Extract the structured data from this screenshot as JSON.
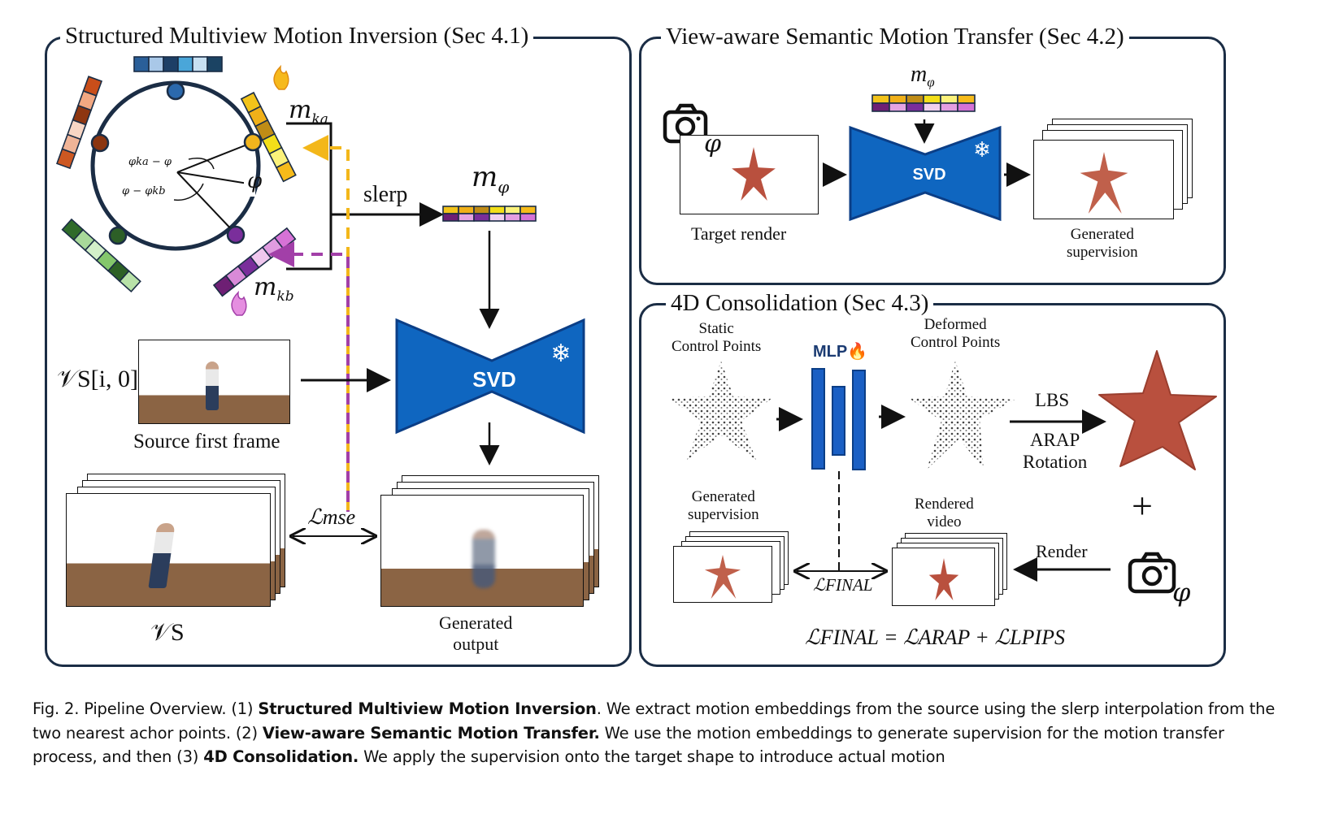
{
  "figure": {
    "panels": {
      "inversion": {
        "title": "Structured Multiview Motion Inversion (Sec 4.1)",
        "labels": {
          "m_ka": "m",
          "m_ka_sub": "ka",
          "m_kb": "m",
          "m_kb_sub": "kb",
          "angle_a": "φka − φ",
          "angle_b": "φ − φkb",
          "phi": "φ",
          "slerp": "slerp",
          "m_phi": "m",
          "m_phi_sub": "φ",
          "source_input": "𝒱S[i, 0]",
          "source_first_frame": "Source first frame",
          "svd": "SVD",
          "loss_mse": "ℒmse",
          "source_video": "𝒱S",
          "generated_output_line1": "Generated",
          "generated_output_line2": "output"
        },
        "anchor_colors": {
          "top": [
            "#2a5f99",
            "#a9c8e8",
            "#1d3f66",
            "#4aa6d9",
            "#c7e0f2",
            "#1b4363"
          ],
          "left": [
            "#c94e1a",
            "#f2a882",
            "#8e3610",
            "#f8d6c4",
            "#f0b497",
            "#cd5822"
          ],
          "right": [
            "#f2c31a",
            "#f0b019",
            "#bf8c16",
            "#f3df19",
            "#fbf27a",
            "#f6bb1a"
          ],
          "bottom_left": [
            "#2f6b2a",
            "#a8d99a",
            "#d3efc9",
            "#84c76c",
            "#2d6125",
            "#b8e2a8"
          ],
          "bottom_right": [
            "#6e1f74",
            "#d98ad8",
            "#7a2e9b",
            "#f0c7ee",
            "#e09ce0",
            "#d672d6"
          ]
        },
        "node_colors": [
          "#2b69ad",
          "#8b3510",
          "#f2b51d",
          "#7a2e9b",
          "#2d5f27"
        ],
        "m_phi_colors_top": [
          "#f2c31a",
          "#f0b019",
          "#bf8c16",
          "#f3df19",
          "#fbf27a",
          "#f6bb1a"
        ],
        "m_phi_colors_bottom": [
          "#6e1f74",
          "#e5a3e3",
          "#7a2e9b",
          "#f1d0ef",
          "#e49ee2",
          "#d672d6"
        ]
      },
      "transfer": {
        "title": "View-aware Semantic Motion Transfer (Sec 4.2)",
        "labels": {
          "m_phi": "m",
          "m_phi_sub": "φ",
          "camera_phi": "φ",
          "svd": "SVD",
          "target_render": "Target render",
          "generated_supervision_line1": "Generated",
          "generated_supervision_line2": "supervision"
        }
      },
      "consolidation": {
        "title": "4D Consolidation (Sec 4.3)",
        "labels": {
          "static_cp_line1": "Static",
          "static_cp_line2": "Control Points",
          "mlp": "MLP",
          "deformed_cp_line1": "Deformed",
          "deformed_cp_line2": "Control Points",
          "lbs": "LBS",
          "arap_line1": "ARAP",
          "arap_line2": "Rotation",
          "plus": "+",
          "gen_sup_line1": "Generated",
          "gen_sup_line2": "supervision",
          "rendered_line1": "Rendered",
          "rendered_line2": "video",
          "render": "Render",
          "camera_phi": "φ",
          "loss_final": "ℒFINAL",
          "formula": "ℒFINAL = ℒARAP + ℒLPIPS"
        }
      }
    },
    "colors": {
      "panel_border": "#1b2d45",
      "svd_blue": "#0f66c0",
      "svd_border": "#0b3e86",
      "mlp_blue": "#1a5fc4",
      "dash_yellow": "#f3b71a",
      "dash_purple": "#a23fa8",
      "floor": "#8b6444",
      "starfish": "#b9503e"
    },
    "caption": {
      "prefix": "Fig. 2.  Pipeline Overview. (1) ",
      "bold1": "Structured Multiview Motion Inversion",
      "text1": ". We extract motion embeddings from the source using the slerp interpolation from the two nearest achor points. (2) ",
      "bold2": "View-aware Semantic Motion Transfer.",
      "text2": " We use the motion embeddings to generate supervision for the motion transfer process, and then (3) ",
      "bold3": "4D Consolidation.",
      "text3": " We apply the supervision onto the target shape to introduce actual motion"
    }
  }
}
